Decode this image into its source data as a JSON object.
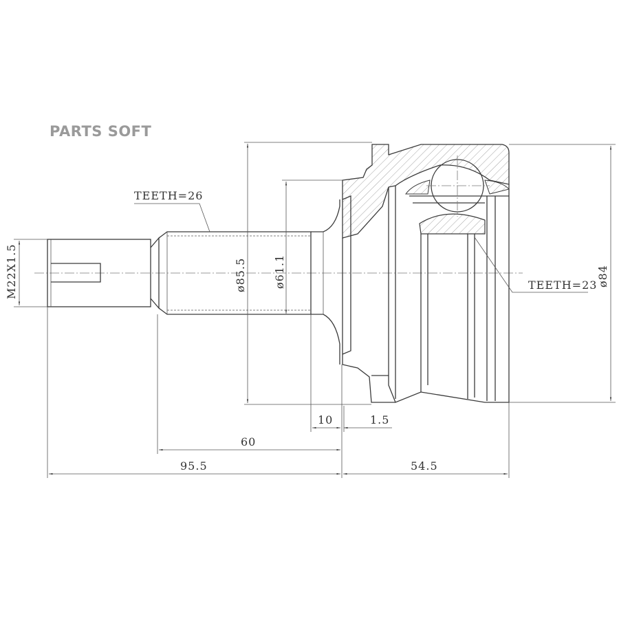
{
  "watermark": "PARTS SOFT",
  "annotations": {
    "teeth_shaft": "TEETH=26",
    "teeth_inner": "TEETH=23"
  },
  "dimensions": {
    "thread": "M22X1.5",
    "dia_abs_ring": "ø85.5",
    "dia_seal": "ø61.1",
    "dia_outer": "ø84",
    "len_10": "10",
    "len_1_5": "1.5",
    "len_60": "60",
    "len_95_5": "95.5",
    "len_54_5": "54.5"
  }
}
